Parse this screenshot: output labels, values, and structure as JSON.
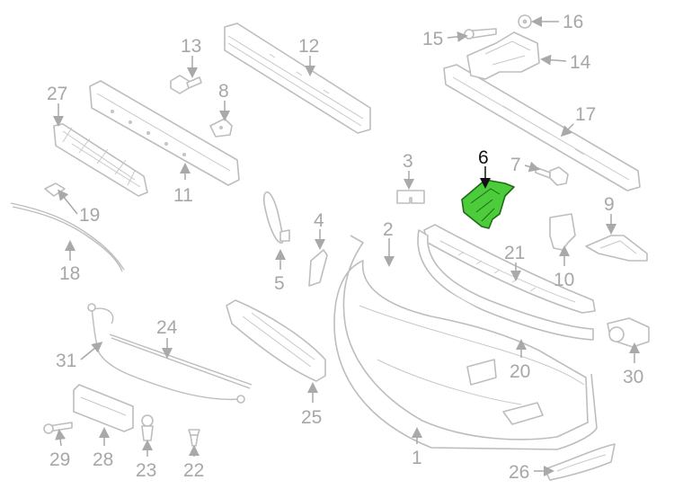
{
  "diagram": {
    "highlight_color": "#4ccc3a",
    "callouts": [
      {
        "id": "1",
        "label": "1"
      },
      {
        "id": "2",
        "label": "2"
      },
      {
        "id": "3",
        "label": "3"
      },
      {
        "id": "4",
        "label": "4"
      },
      {
        "id": "5",
        "label": "5"
      },
      {
        "id": "6",
        "label": "6",
        "highlighted": true
      },
      {
        "id": "7",
        "label": "7"
      },
      {
        "id": "8",
        "label": "8"
      },
      {
        "id": "9",
        "label": "9"
      },
      {
        "id": "10",
        "label": "10"
      },
      {
        "id": "11",
        "label": "11"
      },
      {
        "id": "12",
        "label": "12"
      },
      {
        "id": "13",
        "label": "13"
      },
      {
        "id": "14",
        "label": "14"
      },
      {
        "id": "15",
        "label": "15"
      },
      {
        "id": "16",
        "label": "16"
      },
      {
        "id": "17",
        "label": "17"
      },
      {
        "id": "18",
        "label": "18"
      },
      {
        "id": "19",
        "label": "19"
      },
      {
        "id": "20",
        "label": "20"
      },
      {
        "id": "21",
        "label": "21"
      },
      {
        "id": "22",
        "label": "22"
      },
      {
        "id": "23",
        "label": "23"
      },
      {
        "id": "24",
        "label": "24"
      },
      {
        "id": "25",
        "label": "25"
      },
      {
        "id": "26",
        "label": "26"
      },
      {
        "id": "27",
        "label": "27"
      },
      {
        "id": "28",
        "label": "28"
      },
      {
        "id": "29",
        "label": "29"
      },
      {
        "id": "30",
        "label": "30"
      },
      {
        "id": "31",
        "label": "31"
      }
    ]
  }
}
